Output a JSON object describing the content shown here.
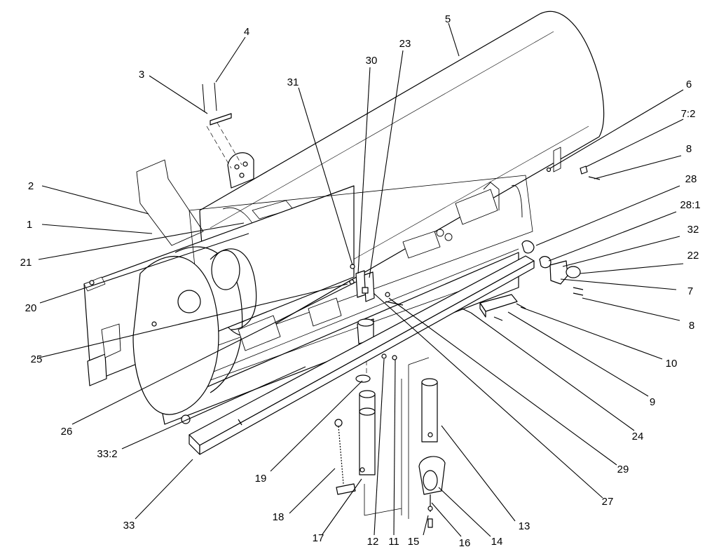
{
  "callouts": [
    "1",
    "2",
    "3",
    "4",
    "5",
    "6",
    "7:2",
    "8",
    "28",
    "28:1",
    "32",
    "22",
    "7",
    "8",
    "10",
    "9",
    "24",
    "29",
    "27",
    "13",
    "14",
    "16",
    "15",
    "11",
    "12",
    "17",
    "18",
    "33",
    "33:2",
    "19",
    "26",
    "25",
    "20",
    "21",
    "31",
    "30",
    "23"
  ],
  "colors": {
    "line": "#000000",
    "background": "#ffffff"
  }
}
